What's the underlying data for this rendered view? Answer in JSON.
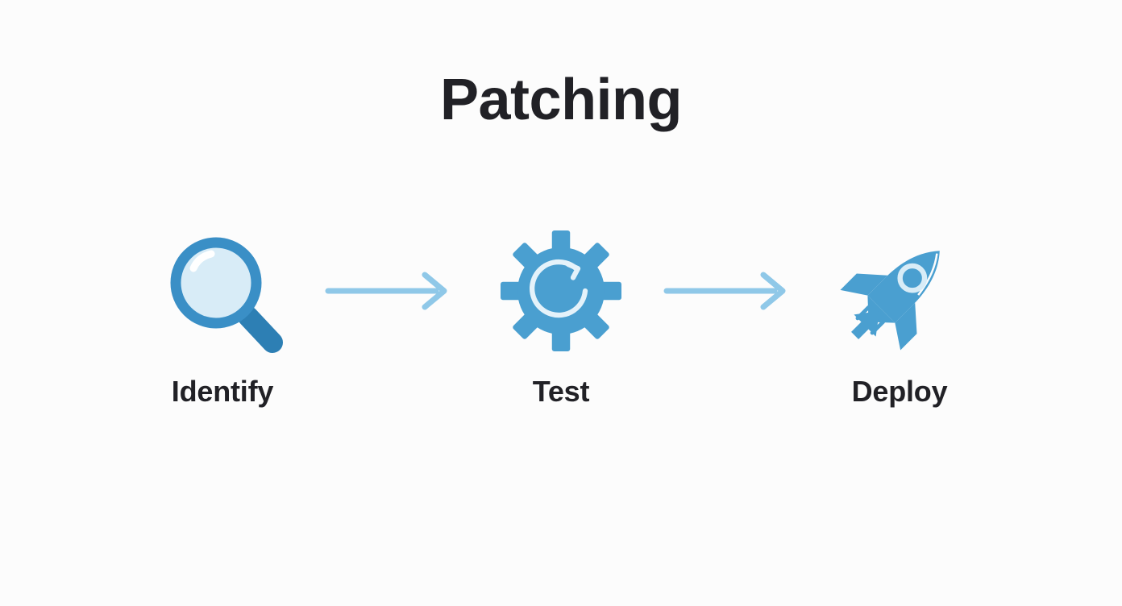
{
  "page": {
    "title": "Patching",
    "background_color": "#fcfcfc",
    "title_color": "#212126"
  },
  "palette": {
    "icon_blue": "#4a9fd0",
    "icon_blue_dark": "#2f86bf",
    "icon_blue_deep": "#2d7fb4",
    "lens_fill": "#d8ecf7",
    "lens_highlight": "#ffffff",
    "gear_inner": "#e4f2fa",
    "arrow_blue": "#8fc8e8"
  },
  "chart_data": {
    "type": "diagram",
    "title": "Patching",
    "layout": "horizontal-flow",
    "steps": [
      {
        "label": "Identify",
        "icon": "magnifying-glass-icon",
        "order": 1
      },
      {
        "label": "Test",
        "icon": "gear-refresh-icon",
        "order": 2
      },
      {
        "label": "Deploy",
        "icon": "rocket-icon",
        "order": 3
      }
    ],
    "connectors": [
      {
        "from": "Identify",
        "to": "Test",
        "icon": "arrow-right-icon"
      },
      {
        "from": "Test",
        "to": "Deploy",
        "icon": "arrow-right-icon"
      }
    ]
  },
  "flow": {
    "steps": [
      {
        "label": "Identify"
      },
      {
        "label": "Test"
      },
      {
        "label": "Deploy"
      }
    ]
  }
}
